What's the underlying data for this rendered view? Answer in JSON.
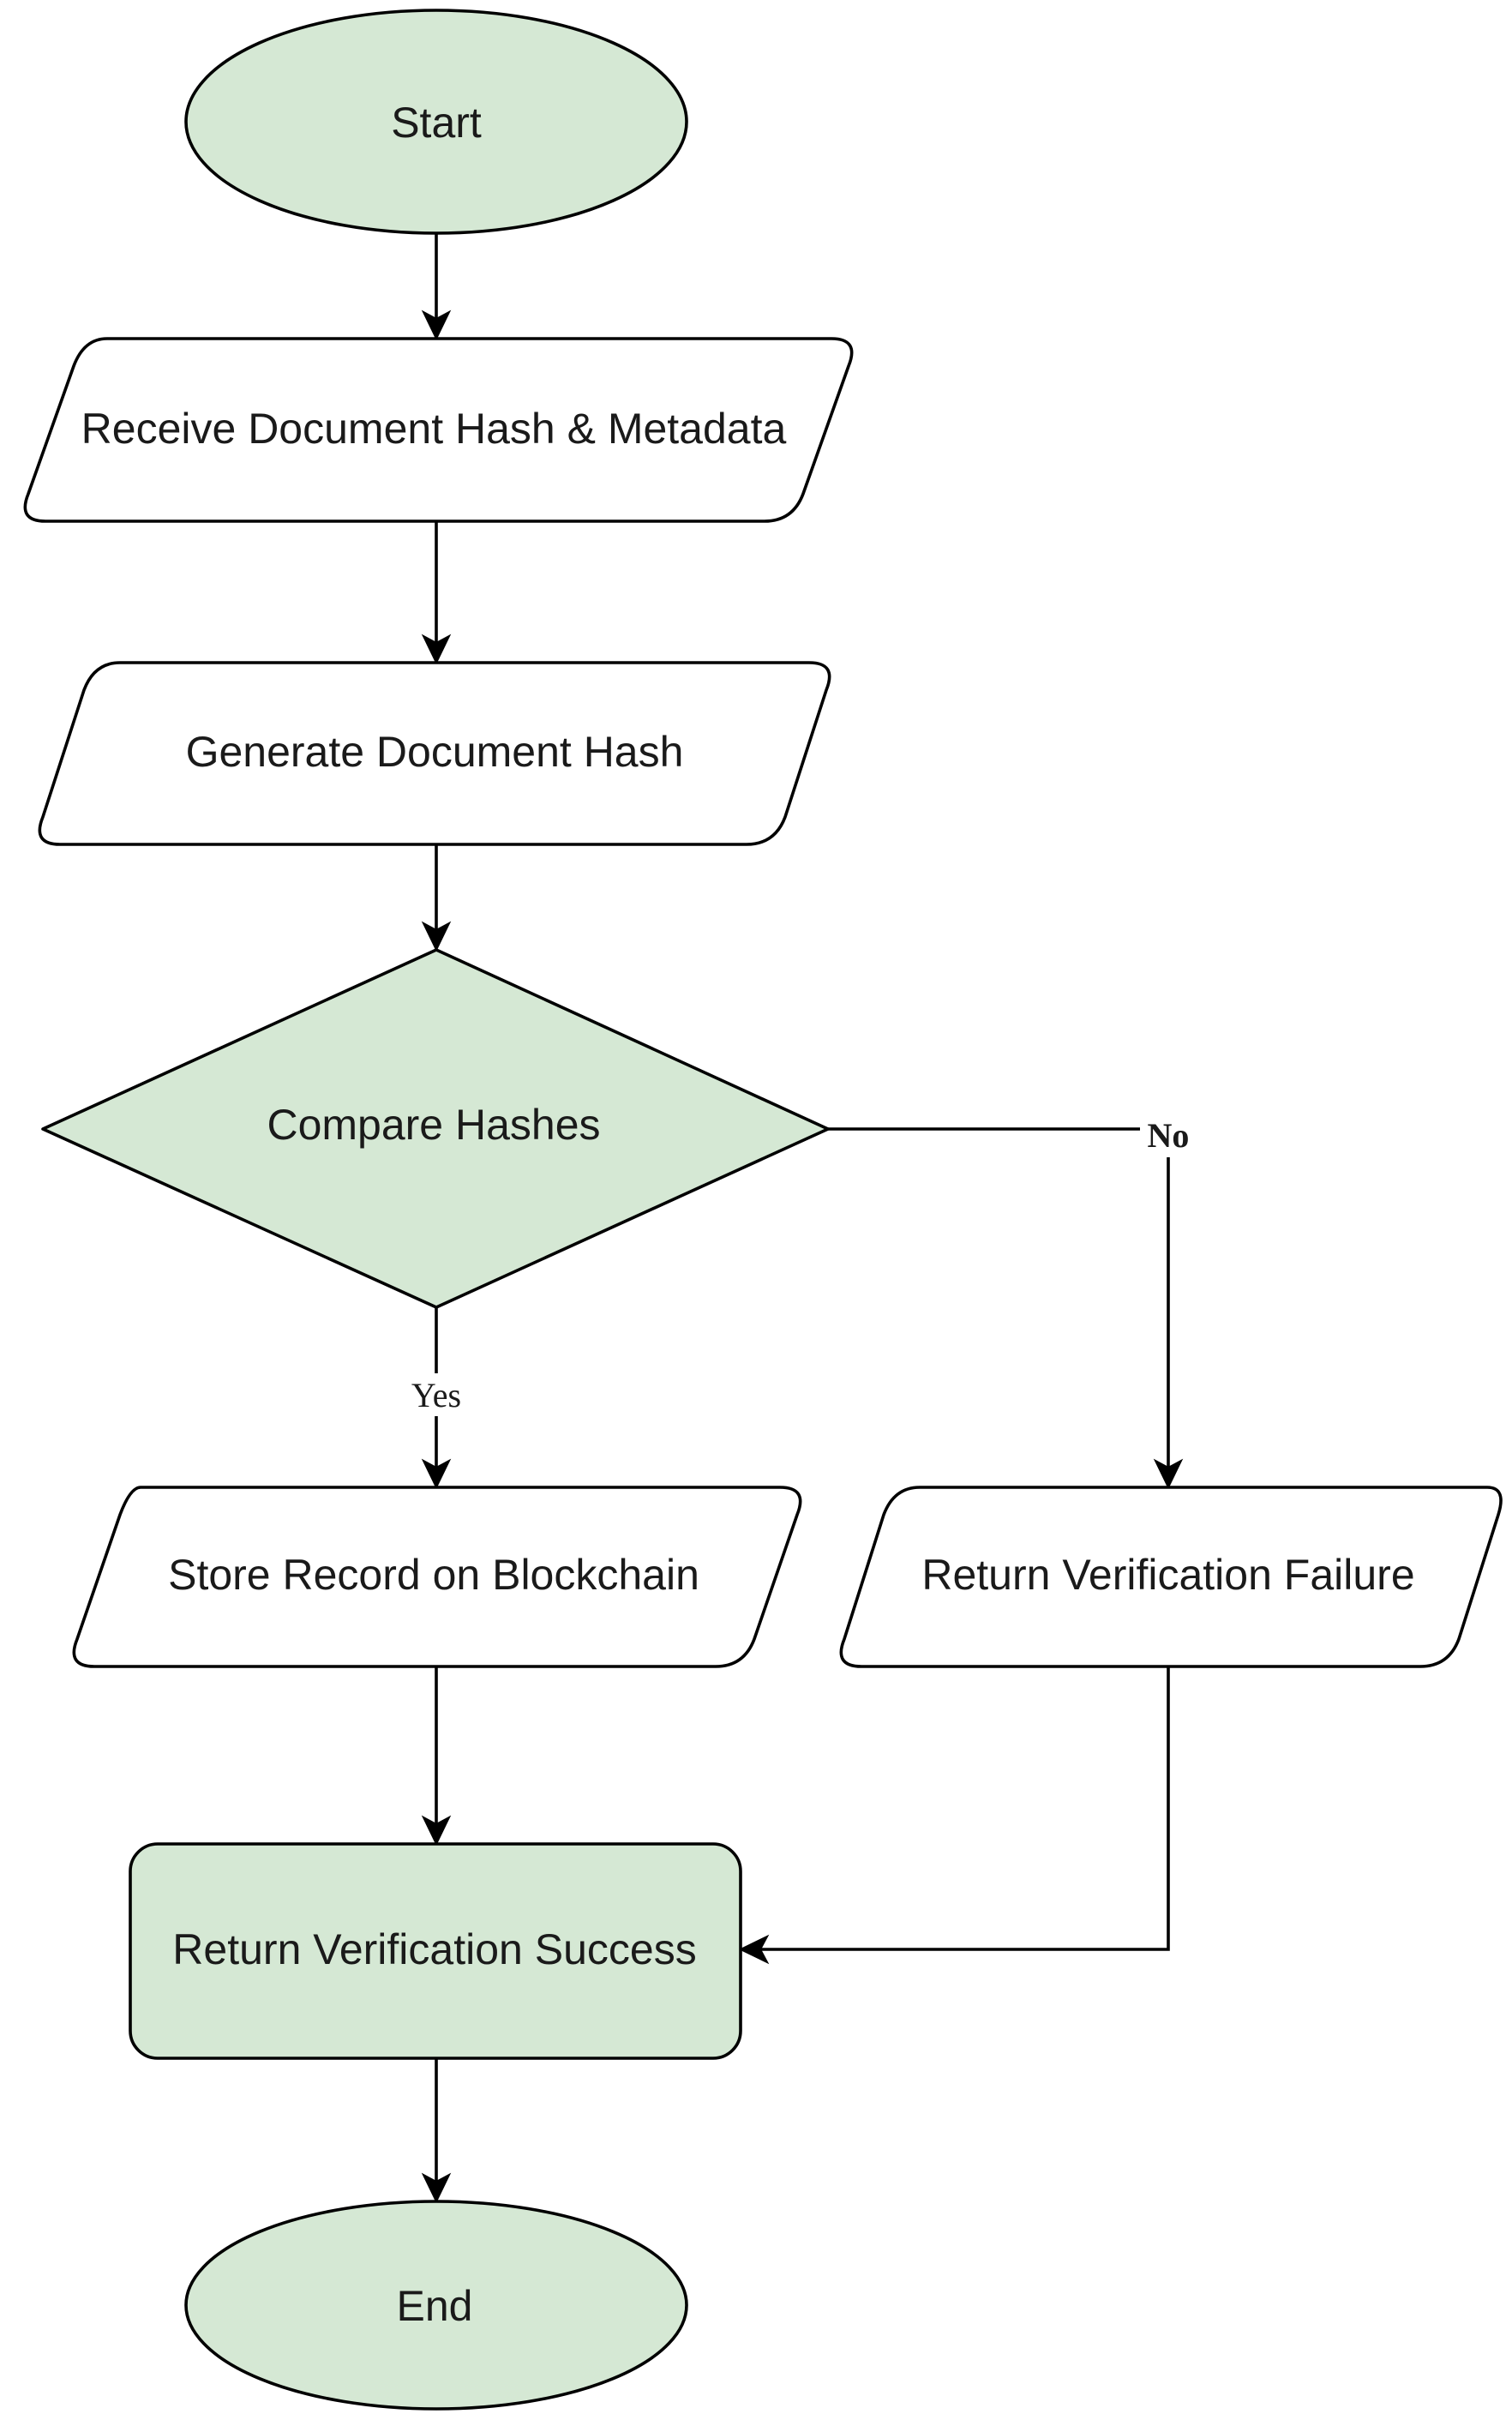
{
  "colors": {
    "accent_fill": "#d5e8d4",
    "plain_fill": "#ffffff",
    "stroke": "#000000",
    "text": "#1a1a1a"
  },
  "nodes": {
    "start": {
      "label": "Start",
      "shape": "ellipse"
    },
    "receive": {
      "label": "Receive Document Hash & Metadata",
      "shape": "parallelogram"
    },
    "generate": {
      "label": "Generate Document Hash",
      "shape": "parallelogram"
    },
    "compare": {
      "label": "Compare Hashes",
      "shape": "diamond"
    },
    "store": {
      "label": "Store Record on Blockchain",
      "shape": "parallelogram"
    },
    "failure": {
      "label": "Return Verification Failure",
      "shape": "parallelogram"
    },
    "success": {
      "label": "Return Verification Success",
      "shape": "rounded-rectangle"
    },
    "end": {
      "label": "End",
      "shape": "ellipse"
    }
  },
  "edges": {
    "yes_label": "Yes",
    "no_label": "No"
  }
}
